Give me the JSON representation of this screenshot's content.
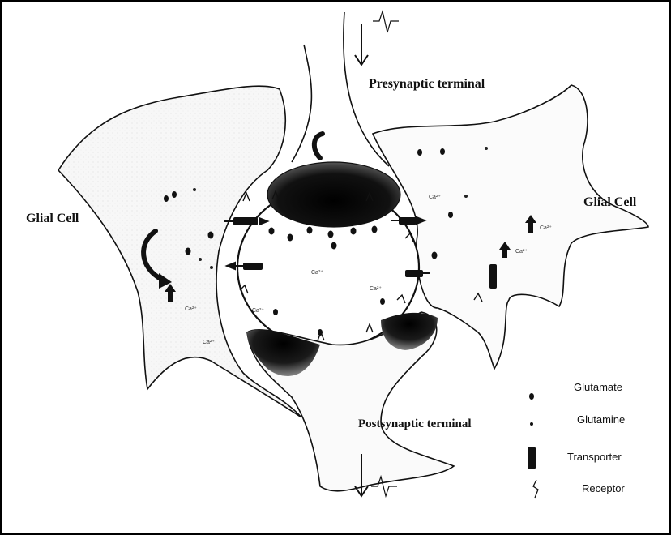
{
  "labels": {
    "presynaptic": "Presynaptic terminal",
    "postsynaptic": "Postsynaptic terminal",
    "glial_left": "Glial Cell",
    "glial_right": "Glial Cell"
  },
  "legend": {
    "glutamate": "Glutamate",
    "glutamine": "Glutamine",
    "transporter": "Transporter",
    "receptor": "Receptor"
  },
  "ions": {
    "calcium": "Ca²⁺"
  },
  "colors": {
    "outline": "#111111",
    "terminal_fill": "#0d0d0d",
    "cytoplasm": "#f4f4f4"
  }
}
